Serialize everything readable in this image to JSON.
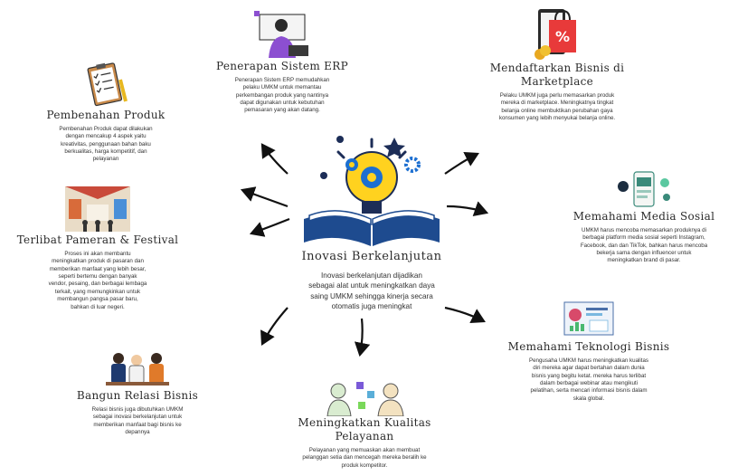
{
  "center": {
    "title": "Inovasi Berkelanjutan",
    "desc": "Inovasi berkelanjutan dijadikan\nsebagai alat untuk meningkatkan daya\nsaing UMKM sehingga kinerja secara\notomatis juga meningkat"
  },
  "nodes": [
    {
      "id": "erp",
      "title": "Penerapan Sistem ERP",
      "desc": "Penerapan Sistem ERP memudahkan\npelaku UMKM untuk memantau\nperkembangan produk yang nantinya\ndapat digunakan untuk kebutuhan\npemasaran yang akan datang.",
      "icon": "person-laptop-icon"
    },
    {
      "id": "produk",
      "title": "Pembenahan Produk",
      "desc": "Pembenahan Produk dapat dilakukan\ndengan mencakup 4 aspek yaitu\nkreativitas, penggunaan bahan baku\nberkualitas, harga kompetitif, dan\npelayanan",
      "icon": "clipboard-checklist-icon"
    },
    {
      "id": "pameran",
      "title": "Terlibat Pameran & Festival",
      "desc": "Proses ini akan membantu\nmeningkatkan produk di pasaran dan\nmemberikan manfaat yang lebih besar,\nseperti bertemu dengan banyak\nvendor, pesaing, dan berbagai lembaga\nterkait, yang memungkinkan untuk\nmembangun pangsa pasar baru,\nbahkan di luar negeri.",
      "icon": "market-stall-icon"
    },
    {
      "id": "relasi",
      "title": "Bangun Relasi Bisnis",
      "desc": "Relasi bisnis juga dibutuhkan UMKM\nsebagai inovasi berkelanjutan untuk\nmemberikan manfaat bagi bisnis ke\ndepannya",
      "icon": "people-meeting-icon"
    },
    {
      "id": "pelayanan",
      "title": "Meningkatkan Kualitas\nPelayanan",
      "desc": "Pelayanan yang memuaskan akan membuat\npelanggan setia dan mencegah mereka beralih ke\nproduk kompetitor.",
      "icon": "customer-service-icon"
    },
    {
      "id": "teknologi",
      "title": "Memahami Teknologi Bisnis",
      "desc": "Pengusaha UMKM harus meningkatkan kualitas\ndiri mereka agar dapat bertahan dalam dunia\nbisnis yang begitu ketat.  mereka harus terlibat\ndalam berbagai webinar atau mengikuti\npelatihan, serta mencari informasi bisnis dalam\nskala global.",
      "icon": "dashboard-icon"
    },
    {
      "id": "sosial",
      "title": "Memahami Media Sosial",
      "desc": "UMKM harus mencoba memasarkan produknya di\nberbagai platform media sosial seperti Instagram,\nFacebook, dan dan TikTok, bahkan harus mencoba\nbekerja sama dengan influencer untuk\nmeningkatkan brand di pasar.",
      "icon": "social-media-icon"
    },
    {
      "id": "marketplace",
      "title": "Mendaftarkan Bisnis di\nMarketplace",
      "desc": "Pelaku UMKM juga perlu memasarkan produk\nmereka di marketplace. Meningkatnya tingkat\nbelanja online membuktikan perubahan gaya\nkonsumen yang lebih menyukai belanja online.",
      "icon": "shopping-bag-icon"
    }
  ]
}
